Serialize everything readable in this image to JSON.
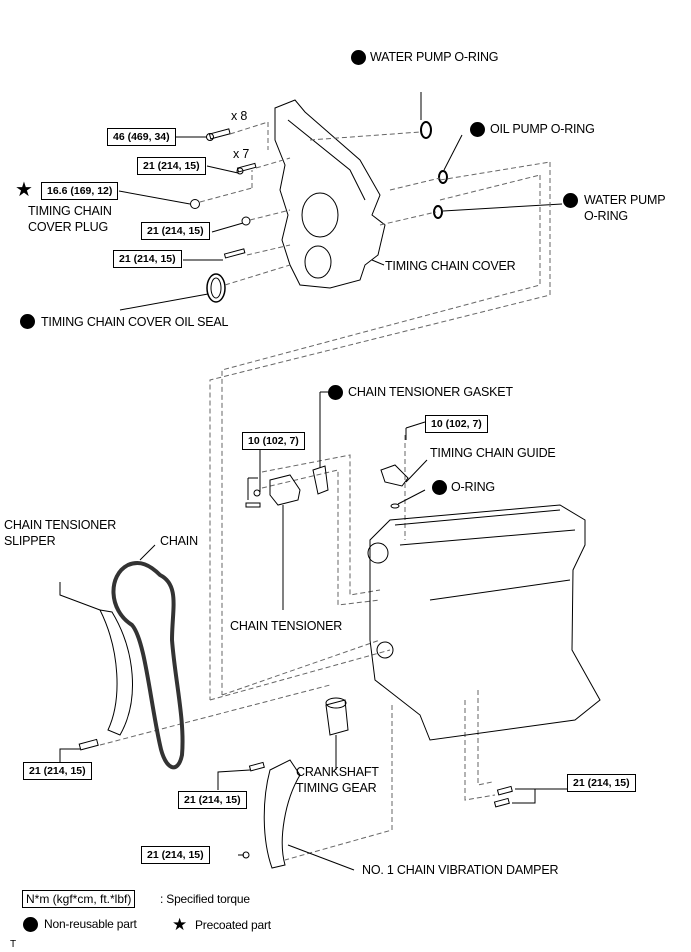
{
  "diagram": {
    "labels": {
      "water_pump_oring_top": "WATER PUMP O-RING",
      "oil_pump_oring": "OIL PUMP O-RING",
      "water_pump_oring_right_l1": "WATER PUMP",
      "water_pump_oring_right_l2": "O-RING",
      "timing_chain_cover": "TIMING CHAIN COVER",
      "timing_chain_cover_oil_seal": "TIMING CHAIN COVER OIL SEAL",
      "timing_chain_cover_plug_l1": "TIMING CHAIN",
      "timing_chain_cover_plug_l2": "COVER PLUG",
      "qty_x8": "x 8",
      "qty_x7": "x 7",
      "chain_tensioner_gasket": "CHAIN TENSIONER GASKET",
      "timing_chain_guide": "TIMING CHAIN GUIDE",
      "o_ring": "O-RING",
      "chain_tensioner_slipper_l1": "CHAIN TENSIONER",
      "chain_tensioner_slipper_l2": "SLIPPER",
      "chain": "CHAIN",
      "chain_tensioner": "CHAIN TENSIONER",
      "crankshaft_timing_gear_l1": "CRANKSHAFT",
      "crankshaft_timing_gear_l2": "TIMING GEAR",
      "no1_chain_vibration_damper": "NO. 1 CHAIN VIBRATION DAMPER"
    },
    "torques": {
      "cover_bolt_x8": "46 (469, 34)",
      "cover_bolt_x7": "21 (214, 15)",
      "cover_plug": "16.6 (169, 12)",
      "cover_nut": "21 (214, 15)",
      "cover_stud": "21 (214, 15)",
      "tensioner_nuts": "10 (102, 7)",
      "guide_bolt": "10 (102, 7)",
      "slipper_bolt": "21 (214, 15)",
      "damper_bolt_upper": "21 (214, 15)",
      "damper_nut_lower": "21 (214, 15)",
      "block_bolts": "21 (214, 15)"
    }
  },
  "legend": {
    "torque_unit": "N*m (kgf*cm, ft.*lbf)",
    "torque_desc": ": Specified torque",
    "non_reusable": "Non-reusable part",
    "precoated": "Precoated part"
  },
  "footer_mark": "T"
}
